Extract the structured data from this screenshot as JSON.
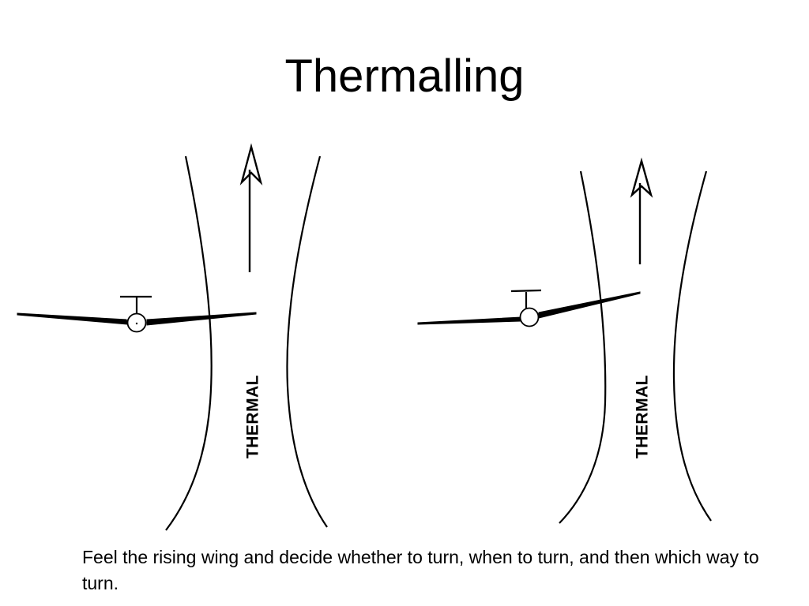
{
  "slide": {
    "title": "Thermalling",
    "caption": "Feel the rising wing and decide whether to turn, when to turn, and then which way to turn."
  },
  "diagrams": {
    "left": {
      "thermal_label": "THERMAL"
    },
    "right": {
      "thermal_label": "THERMAL"
    }
  },
  "colors": {
    "ink": "#000000",
    "background": "#ffffff"
  }
}
